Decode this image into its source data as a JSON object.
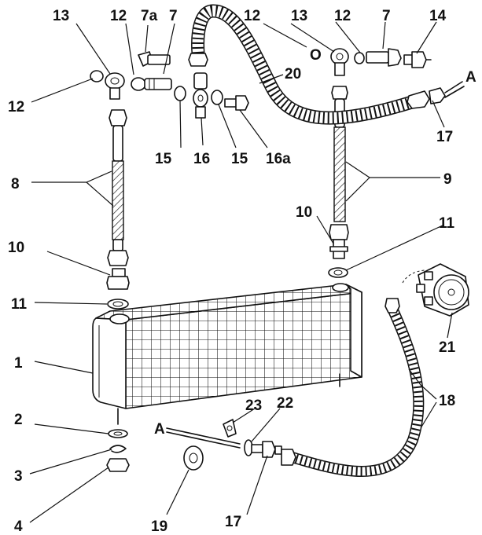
{
  "callouts": {
    "c1": "1",
    "c2": "2",
    "c3": "3",
    "c4": "4",
    "c7_left": "7",
    "c7a": "7a",
    "c7_right": "7",
    "c8": "8",
    "c9": "9",
    "c10_left": "10",
    "c10_right": "10",
    "c11_left": "11",
    "c11_right": "11",
    "c12_top_left": "12",
    "c12_left": "12",
    "c12_top_mid": "12",
    "c12_top_right": "12",
    "c13_left": "13",
    "c13_right": "13",
    "c14": "14",
    "c15_left": "15",
    "c15_right": "15",
    "c16": "16",
    "c16a": "16a",
    "c17_right": "17",
    "c17_bottom": "17",
    "c18": "18",
    "c19": "19",
    "c20": "20",
    "c21": "21",
    "c22": "22",
    "c23": "23",
    "mark_o": "O",
    "mark_a_right": "A",
    "mark_a_left": "A"
  },
  "colors": {
    "ink": "#111111",
    "paper": "#ffffff"
  }
}
